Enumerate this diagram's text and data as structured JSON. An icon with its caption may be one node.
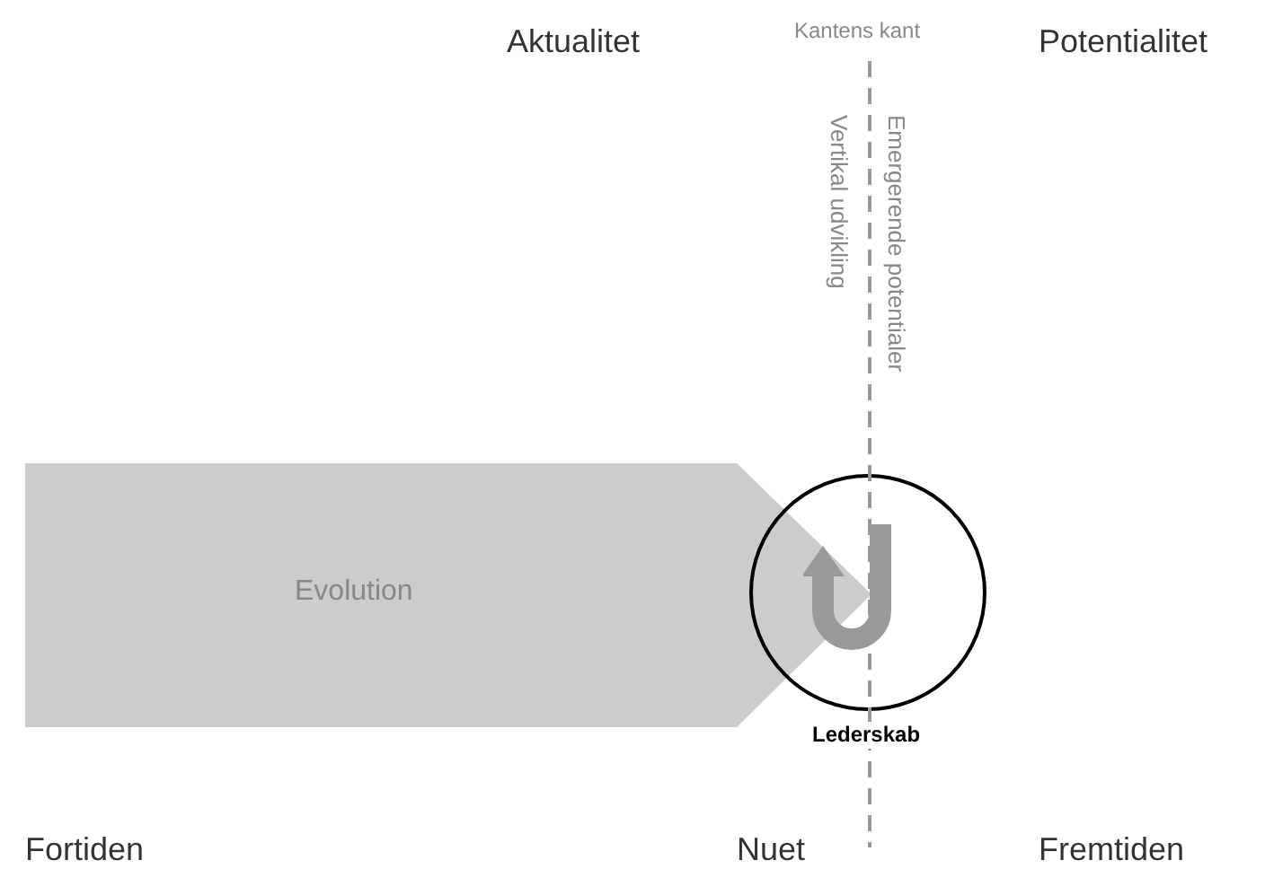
{
  "diagram": {
    "nodes": [
      {
        "text": [
          "Evolution"
        ]
      },
      {
        "text": [],
        "shape": "circle"
      }
    ],
    "labels": [
      "Aktualitet",
      "Kantens kant",
      "Potentialitet",
      "Vertikal udvikling",
      "Emergerende potentialer",
      "Lederskab",
      "Fortiden",
      "Nuet",
      "Fremtiden"
    ]
  }
}
